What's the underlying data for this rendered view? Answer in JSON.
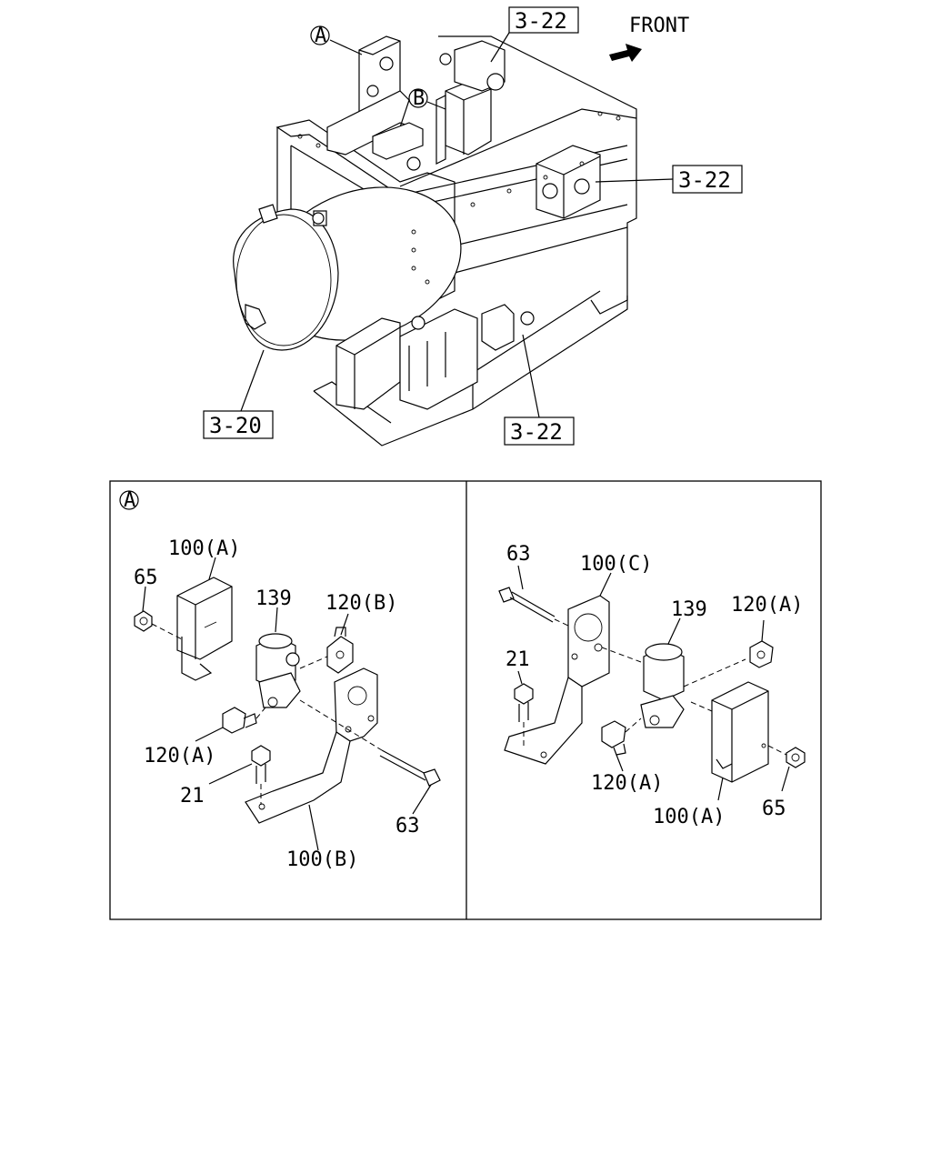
{
  "overview": {
    "direction_label": "FRONT",
    "callout_a": "A",
    "callout_b": "B",
    "refs": {
      "top": "3-22",
      "right": "3-22",
      "bottom": "3-22",
      "tank": "3-20"
    }
  },
  "detail_left": {
    "callout": "A",
    "labels": {
      "bracket_cover_top": "100(A)",
      "nut_top": "65",
      "valve": "139",
      "fitting_b": "120(B)",
      "fitting_a": "120(A)",
      "bolt_small": "21",
      "bolt_long": "63",
      "bracket_b": "100(B)"
    }
  },
  "detail_right": {
    "labels": {
      "bolt_long": "63",
      "bracket_c": "100(C)",
      "valve": "139",
      "fitting_a_top": "120(A)",
      "bolt_small": "21",
      "fitting_a_bottom": "120(A)",
      "cover_a": "100(A)",
      "nut": "65"
    }
  }
}
